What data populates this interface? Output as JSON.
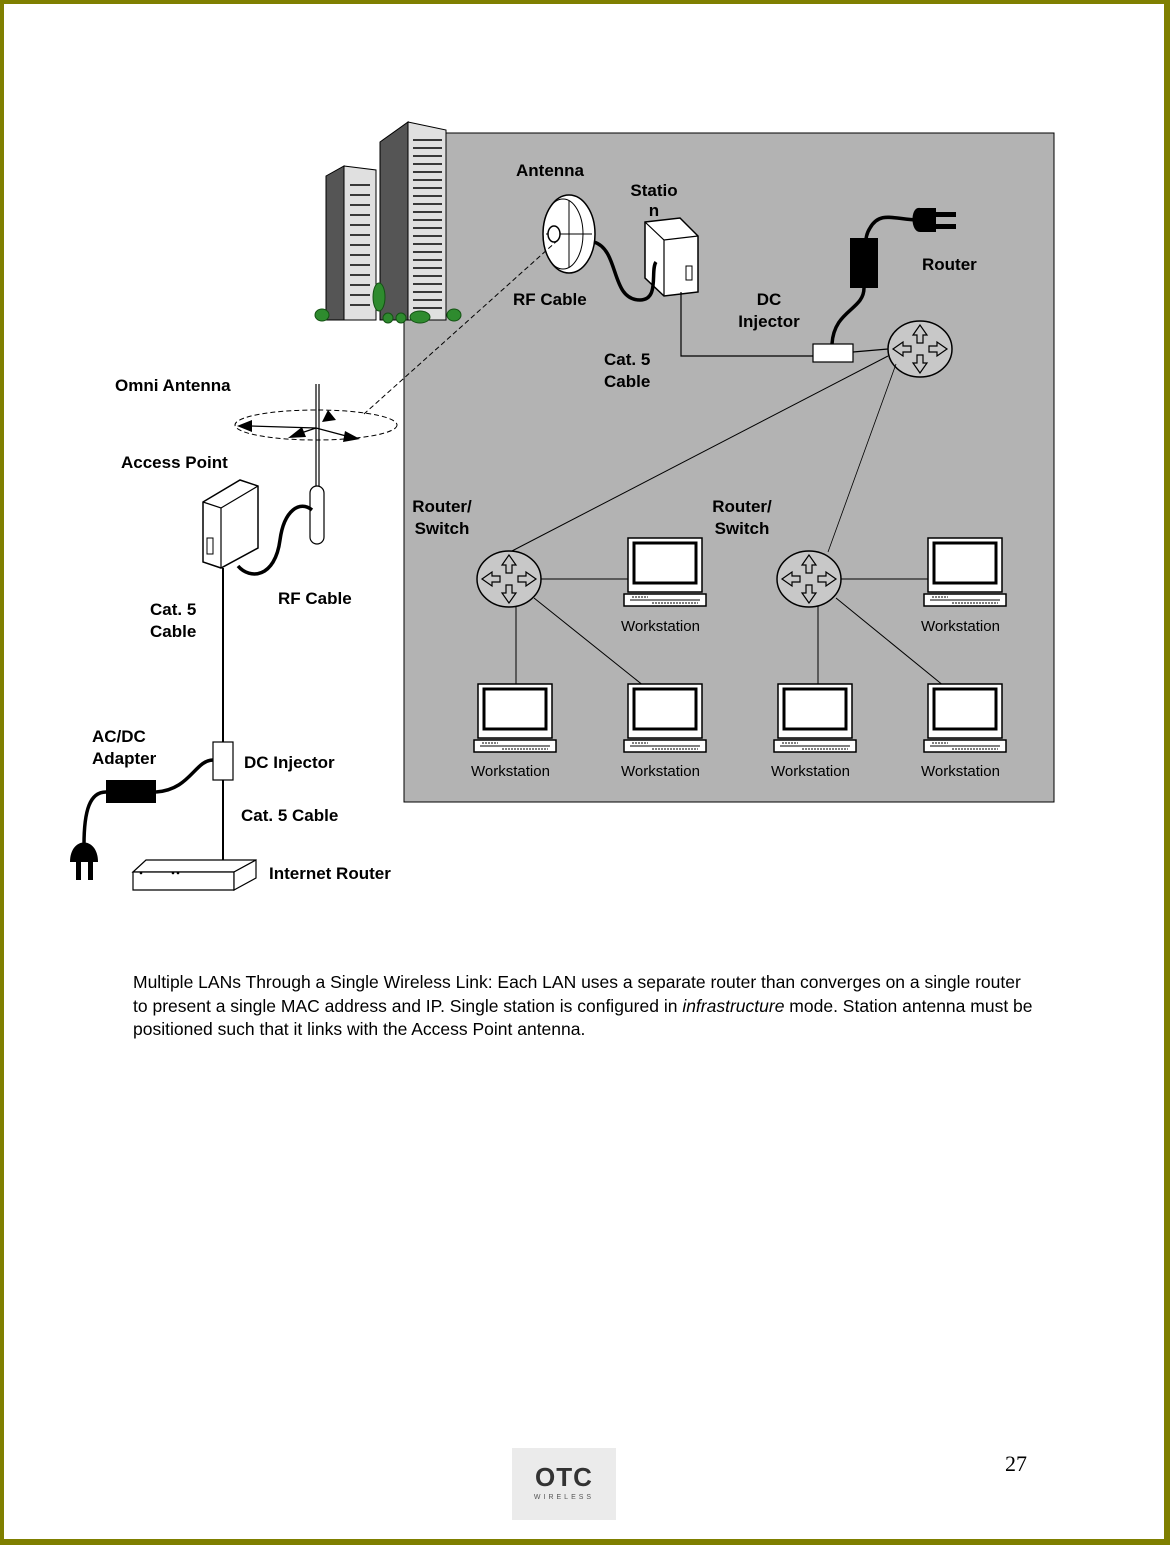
{
  "diagram": {
    "labels": {
      "antenna": "Antenna",
      "station": "Statio\nn",
      "router_top": "Router",
      "rf_cable_station": "RF Cable",
      "dc_injector_station": "DC\nInjector",
      "cat5_station": "Cat. 5\nCable",
      "omni_antenna": "Omni Antenna",
      "access_point": "Access Point",
      "router_switch_left": "Router/\nSwitch",
      "router_switch_right": "Router/\nSwitch",
      "cat5_ap": "Cat. 5\nCable",
      "rf_cable_ap": "RF Cable",
      "acdc_adapter": "AC/DC\nAdapter",
      "dc_injector_ap": "DC Injector",
      "cat5_cable_bottom": "Cat. 5 Cable",
      "internet_router": "Internet Router"
    },
    "workstations": [
      "Workstation",
      "Workstation",
      "Workstation",
      "Workstation",
      "Workstation",
      "Workstation"
    ]
  },
  "caption": {
    "part1": "Multiple LANs Through a Single Wireless Link:  Each LAN uses a separate router than converges on a single router to present a single MAC address and IP.  Single station is configured in ",
    "emphasis": "infrastructure",
    "part2": " mode.  Station antenna must be positioned such that it links with the Access Point antenna."
  },
  "footer": {
    "page_number": "27",
    "logo_text": "OTC",
    "logo_subtext": "WIRELESS"
  },
  "colors": {
    "frame": "#7f7f00",
    "building_area": "#b3b3b3",
    "router_disc": "#c8c8c8"
  }
}
